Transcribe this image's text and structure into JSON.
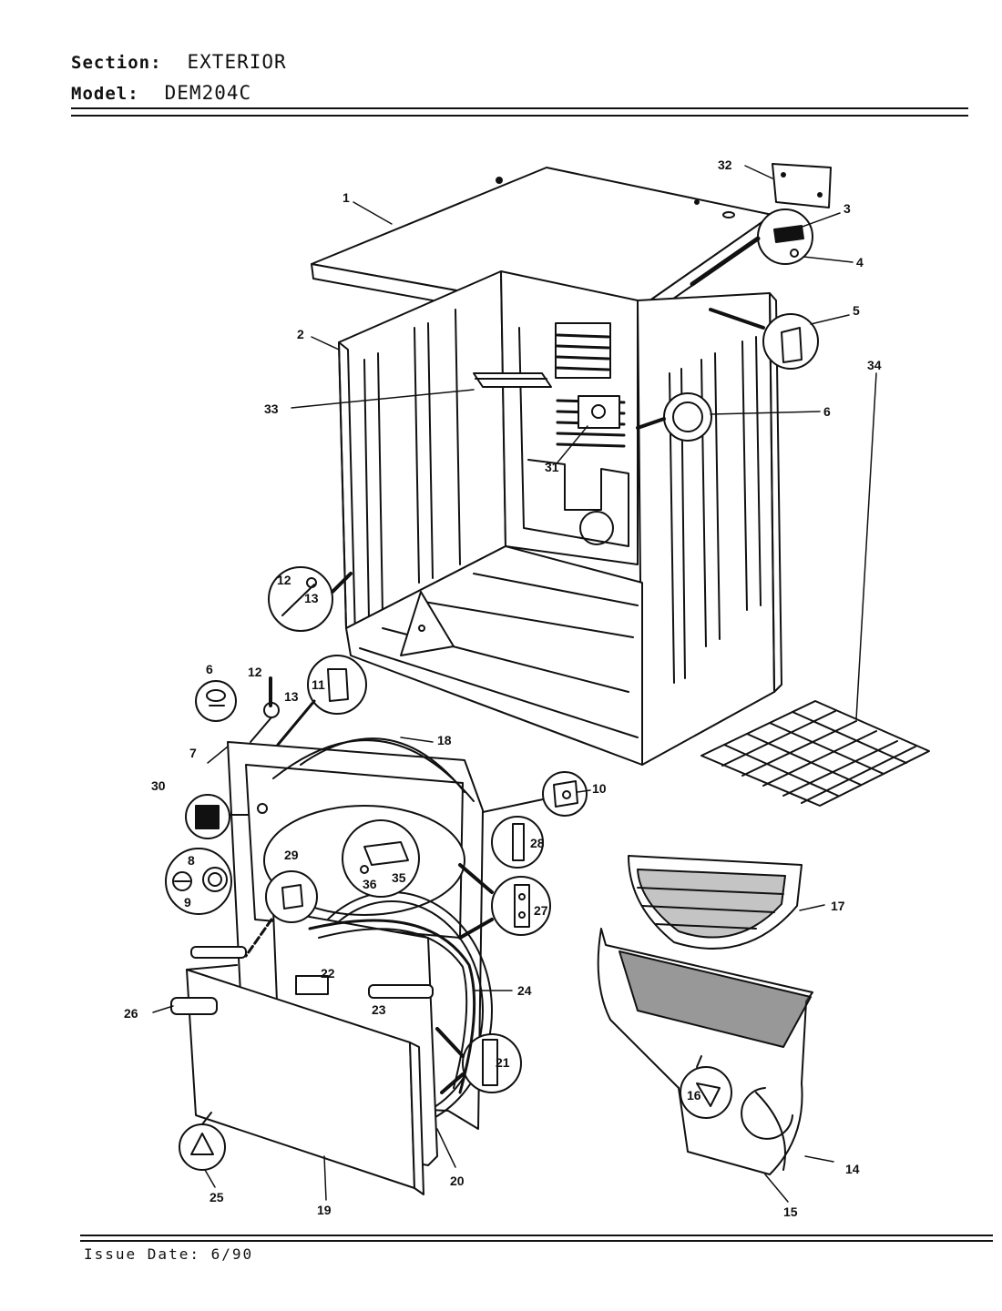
{
  "header": {
    "section_label": "Section:",
    "section_value": "EXTERIOR",
    "model_label": "Model:",
    "model_value": "DEM204C"
  },
  "footer": {
    "issue_date": "Issue Date: 6/90"
  },
  "callouts": {
    "c1": "1",
    "c2": "2",
    "c3": "3",
    "c4": "4",
    "c5": "5",
    "c6": "6",
    "c6b": "6",
    "c7": "7",
    "c8": "8",
    "c9": "9",
    "c10": "10",
    "c11": "11",
    "c12": "12",
    "c12b": "12",
    "c13": "13",
    "c13b": "13",
    "c14": "14",
    "c15": "15",
    "c16": "16",
    "c17": "17",
    "c18": "18",
    "c19": "19",
    "c20": "20",
    "c21": "21",
    "c22": "22",
    "c23": "23",
    "c24": "24",
    "c25": "25",
    "c26": "26",
    "c27": "27",
    "c28": "28",
    "c29": "29",
    "c30": "30",
    "c31": "31",
    "c32": "32",
    "c33": "33",
    "c34": "34",
    "c35": "35",
    "c36": "36"
  }
}
